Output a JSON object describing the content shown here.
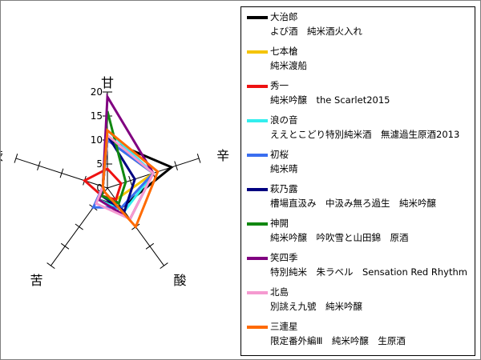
{
  "chart_data": {
    "type": "radar",
    "axes": [
      "甘",
      "辛",
      "酸",
      "苦",
      "渋"
    ],
    "rlim": [
      0,
      20
    ],
    "ticks": [
      0,
      5,
      10,
      15,
      20
    ],
    "tick_labels": [
      "0",
      "5",
      "10",
      "15",
      "20"
    ],
    "series": [
      {
        "line1": "大治郎",
        "line2": "よび酒　純米酒火入れ",
        "color": "#000000",
        "values": [
          10,
          14,
          5,
          3,
          1
        ]
      },
      {
        "line1": "七本槍",
        "line2": "純米渡船",
        "color": "#f5c400",
        "values": [
          10,
          10,
          3,
          2,
          1
        ]
      },
      {
        "line1": "秀一",
        "line2": "純米吟醸　the Scarlet2015",
        "color": "#ee1111",
        "values": [
          4,
          3,
          3,
          2,
          5
        ]
      },
      {
        "line1": "浪の音",
        "line2": "ええとこどり特別純米酒　無濾過生原酒2013",
        "color": "#33eeee",
        "values": [
          12,
          10,
          6,
          3,
          1
        ]
      },
      {
        "line1": "初桜",
        "line2": "純米晴",
        "color": "#3a6ef0",
        "values": [
          10,
          10,
          5,
          5,
          1
        ]
      },
      {
        "line1": "萩乃露",
        "line2": "槽場直汲み　中汲み無ろ過生　純米吟醸",
        "color": "#000080",
        "values": [
          11,
          6,
          6,
          2,
          1
        ]
      },
      {
        "line1": "神開",
        "line2": "純米吟醸　吟吹雪と山田錦　原酒",
        "color": "#118811",
        "values": [
          16,
          4,
          4,
          2,
          1
        ]
      },
      {
        "line1": "笑四季",
        "line2": "特別純米　朱ラベル　Sensation Red Rhythm",
        "color": "#800080",
        "values": [
          19,
          10,
          8,
          3,
          1
        ]
      },
      {
        "line1": "北島",
        "line2": "別誂え九號　純米吟醸",
        "color": "#f59ad0",
        "values": [
          11,
          10,
          8,
          4,
          1
        ]
      },
      {
        "line1": "三連星",
        "line2": "限定番外編Ⅲ　純米吟醸　生原酒",
        "color": "#ff6a00",
        "values": [
          12,
          11,
          10,
          1,
          1
        ]
      }
    ]
  }
}
